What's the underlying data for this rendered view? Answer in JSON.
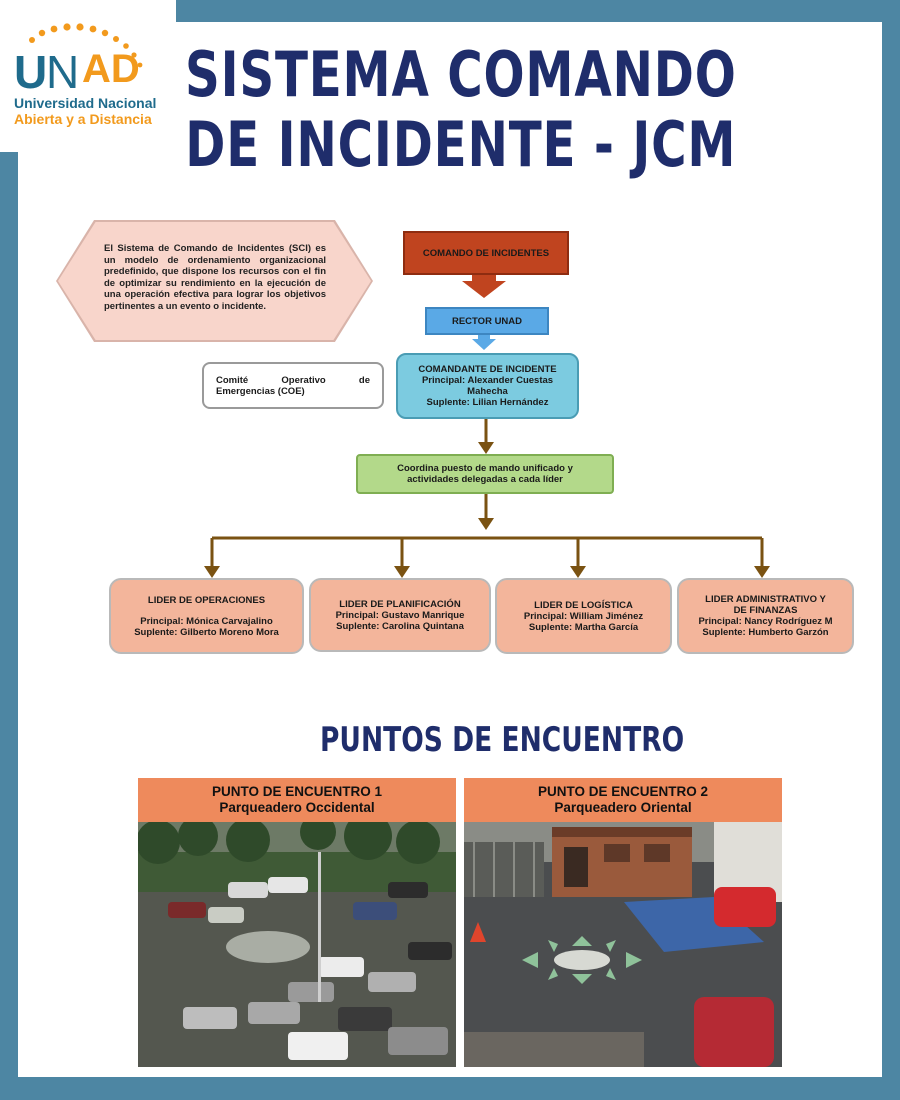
{
  "logo": {
    "mark_text": "UNAD",
    "line1": "Universidad Nacional",
    "line2": "Abierta y a Distancia"
  },
  "title": {
    "line1": "SISTEMA COMANDO",
    "line2": "DE INCIDENTE - JCM"
  },
  "description": "El Sistema de Comando de Incidentes (SCI) es un modelo de ordenamiento organizacional predefinido, que dispone los recursos con el fin de optimizar su rendimiento en la ejecución de una operación efectiva para lograr los objetivos pertinentes a un evento o incidente.",
  "diagram": {
    "command": "COMANDO DE INCIDENTES",
    "rector": "RECTOR UNAD",
    "coe": {
      "word1": "Comité",
      "word2": "Operativo",
      "word3": "de",
      "line2": "Emergencias (COE)"
    },
    "commander": {
      "title": "COMANDANTE DE INCIDENTE",
      "principal": "Principal: Alexander Cuestas",
      "principal_cont": "Mahecha",
      "suplente": "Suplente: Lilian Hernández"
    },
    "coordinates": {
      "line1": "Coordina puesto de mando unificado y",
      "line2": "actividades delegadas a cada líder"
    },
    "leaders": [
      {
        "title": "LIDER DE OPERACIONES",
        "principal": "Principal: Mónica Carvajalino",
        "suplente": "Suplente: Gilberto Moreno Mora"
      },
      {
        "title": "LIDER DE PLANIFICACIÓN",
        "principal": "Principal: Gustavo Manrique",
        "suplente": "Suplente: Carolina Quintana"
      },
      {
        "title": "LIDER DE LOGÍSTICA",
        "principal": "Principal: William Jiménez",
        "suplente": "Suplente: Martha García"
      },
      {
        "title_line1": "LIDER ADMINISTRATIVO Y",
        "title_line2": "DE FINANZAS",
        "principal": "Principal: Nancy Rodríguez M",
        "suplente": "Suplente: Humberto Garzón"
      }
    ]
  },
  "meeting": {
    "title": "PUNTOS DE ENCUENTRO",
    "points": [
      {
        "name": "PUNTO DE ENCUENTRO 1",
        "place": "Parqueadero Occidental"
      },
      {
        "name": "PUNTO DE ENCUENTRO 2",
        "place": "Parqueadero Oriental"
      }
    ]
  },
  "colors": {
    "frame": "#4d86a3",
    "title": "#1f2d6b",
    "command_box": "#c0441f",
    "rector_box": "#5aa9e6",
    "commander_box": "#7ccbe0",
    "coordinate_box": "#b3d98a",
    "leader_box": "#f3b59b",
    "meeting_header": "#ee8a5c",
    "arrow": "#7a5212"
  }
}
